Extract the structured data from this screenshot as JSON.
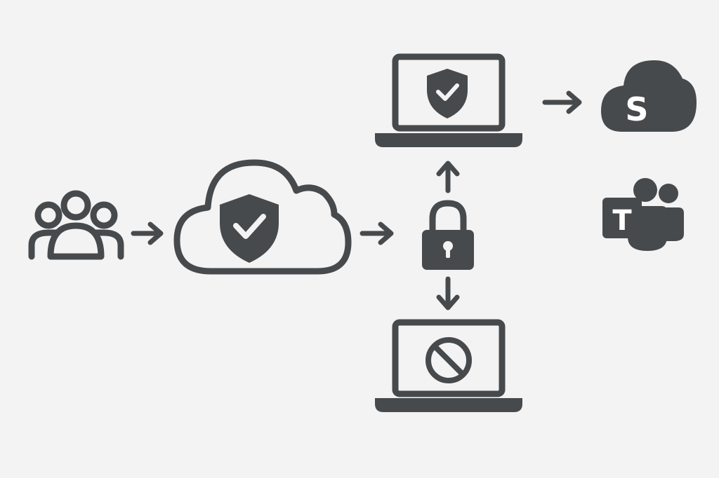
{
  "colors": {
    "background": "#f4f3f3",
    "ink": "#474a4c",
    "knockout": "#ffffff"
  },
  "nodes": [
    {
      "id": "users",
      "icon": "users-group-icon"
    },
    {
      "id": "secure-cloud",
      "icon": "cloud-shield-check-icon"
    },
    {
      "id": "access-lock",
      "icon": "padlock-icon"
    },
    {
      "id": "allowed-device",
      "icon": "laptop-shield-check-icon"
    },
    {
      "id": "blocked-device",
      "icon": "laptop-blocked-icon"
    },
    {
      "id": "sharepoint",
      "icon": "sharepoint-logo-icon"
    },
    {
      "id": "teams",
      "icon": "teams-logo-icon"
    }
  ],
  "edges": [
    {
      "from": "users",
      "to": "secure-cloud",
      "icon": "arrow-right-icon"
    },
    {
      "from": "secure-cloud",
      "to": "access-lock",
      "icon": "arrow-right-icon"
    },
    {
      "from": "access-lock",
      "to": "allowed-device",
      "icon": "arrow-up-icon"
    },
    {
      "from": "access-lock",
      "to": "blocked-device",
      "icon": "arrow-down-icon"
    },
    {
      "from": "allowed-device",
      "to": "sharepoint",
      "icon": "arrow-right-icon"
    }
  ],
  "logos": {
    "sharepoint_letter": "S",
    "teams_letter": "T"
  }
}
